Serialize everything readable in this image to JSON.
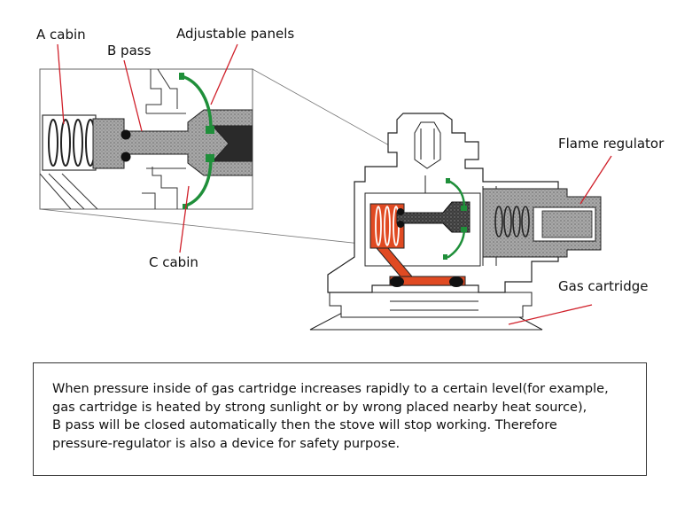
{
  "labels": {
    "a_cabin": "A cabin",
    "b_pass": "B pass",
    "adjustable_panels": "Adjustable panels",
    "c_cabin": "C cabin",
    "flame_regulator": "Flame regulator",
    "gas_cartridge": "Gas cartridge"
  },
  "caption": {
    "lines": [
      "When pressure inside of gas cartridge increases rapidly to a certain level(for example,",
      "gas cartridge is heated by strong sunlight or by wrong placed nearby heat source),",
      "B pass will be closed automatically then the stove will stop working. Therefore",
      "pressure-regulator is also a device for safety purpose."
    ]
  },
  "colors": {
    "leader_line": "#d0202a",
    "panel_green": "#1f8f3a",
    "spring_orange": "#e04a22",
    "body_gray": "#9a9a9a",
    "dark_part": "#3a3a3a",
    "outline": "#222222"
  }
}
